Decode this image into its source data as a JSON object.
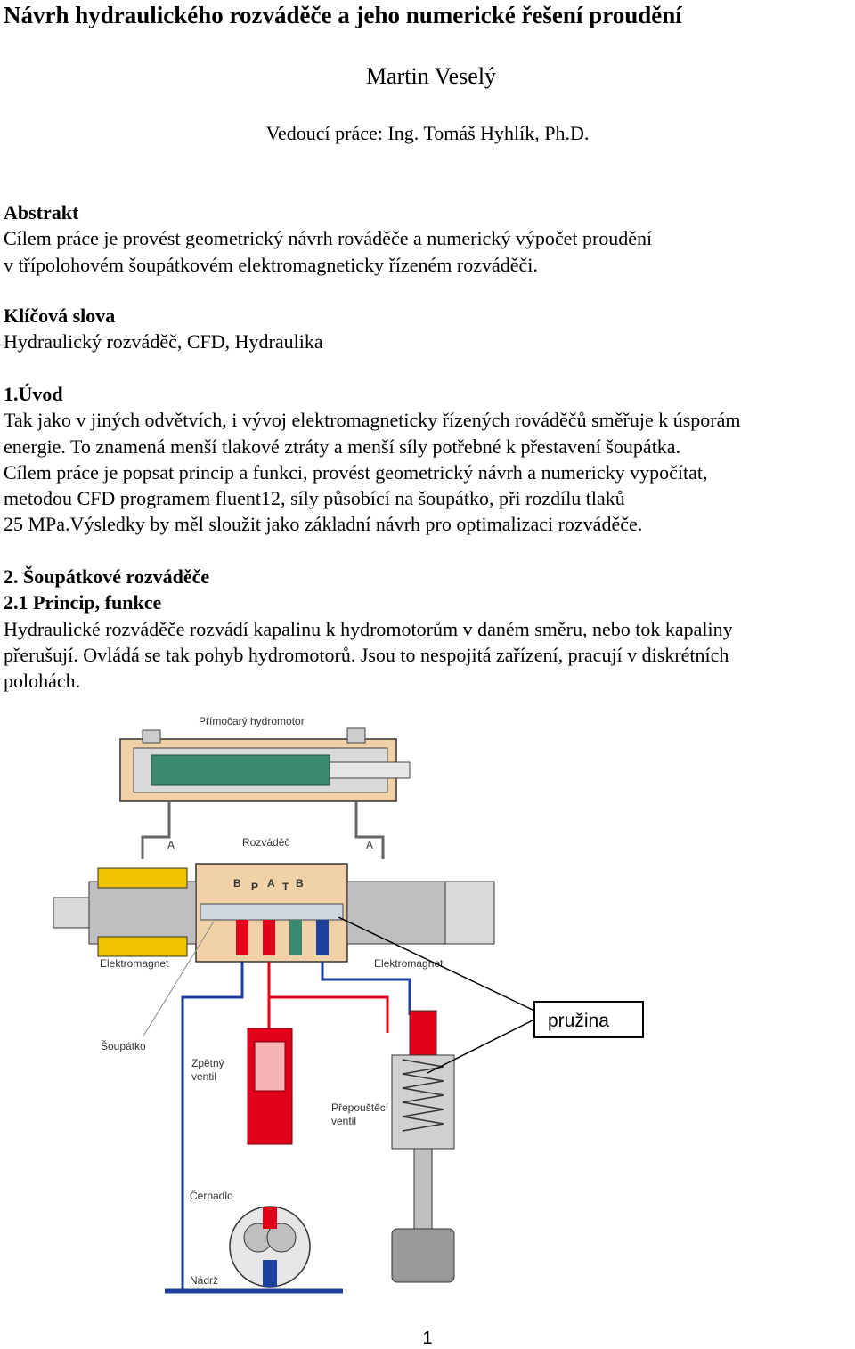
{
  "header": {
    "title": "Návrh hydraulického rozváděče a jeho numerické řešení proudění",
    "author": "Martin Veselý",
    "supervisor": "Vedoucí práce: Ing. Tomáš Hyhlík, Ph.D."
  },
  "abstract": {
    "heading": "Abstrakt",
    "line1": "Cílem práce je provést geometrický návrh rováděče a numerický výpočet proudění",
    "line2": "v třípolohovém šoupátkovém elektromagneticky řízeném rozváděči."
  },
  "keywords": {
    "heading": "Klíčová slova",
    "text": "Hydraulický rozváděč, CFD, Hydraulika"
  },
  "intro": {
    "heading": "1.Úvod",
    "lines": [
      "Tak jako v jiných odvětvích, i vývoj elektromagneticky řízených rováděčů směřuje k úsporám",
      "energie. To znamená menší tlakové ztráty a menší síly potřebné k přestavení šoupátka.",
      "Cílem práce je popsat princip a funkci, provést geometrický návrh a numericky vypočítat,",
      "metodou CFD programem fluent12, síly působící na šoupátko, při rozdílu tlaků",
      "25 MPa.Výsledky by měl sloužit jako základní návrh pro optimalizaci rozváděče."
    ]
  },
  "spool_valves": {
    "heading": "2. Šoupátkové rozváděče",
    "subheading": "2.1 Princip, funkce",
    "lines": [
      "Hydraulické rozváděče rozvádí kapalinu k hydromotorům v daném směru, nebo tok kapaliny",
      "přerušují. Ovládá se tak pohyb hydromotorů. Jsou to nespojitá zařízení, pracují v diskrétních",
      "polohách."
    ]
  },
  "figure": {
    "labels": {
      "cylinder": "Přímočarý hydromotor",
      "valve": "Rozváděč",
      "port_a_left": "A",
      "port_a_right": "A",
      "ports": [
        "B",
        "P",
        "A",
        "T",
        "B"
      ],
      "magnet_left": "Elektromagnet",
      "magnet_right": "Elektromagnet",
      "spool": "Šoupátko",
      "check_valve_1": "Zpětný",
      "check_valve_2": "ventil",
      "relief_valve_1": "Přepouštěcí",
      "relief_valve_2": "ventil",
      "pump": "Čerpadlo",
      "tank": "Nádrž"
    },
    "callout": "pružina",
    "colors": {
      "pressure_line": "#e3001b",
      "return_line": "#1d3f9e",
      "cylinder_rod": "#3a8a6f",
      "magnet_coil": "#f2c400",
      "housing": "#f1d2a8"
    }
  },
  "footer": {
    "page_number": "1"
  }
}
